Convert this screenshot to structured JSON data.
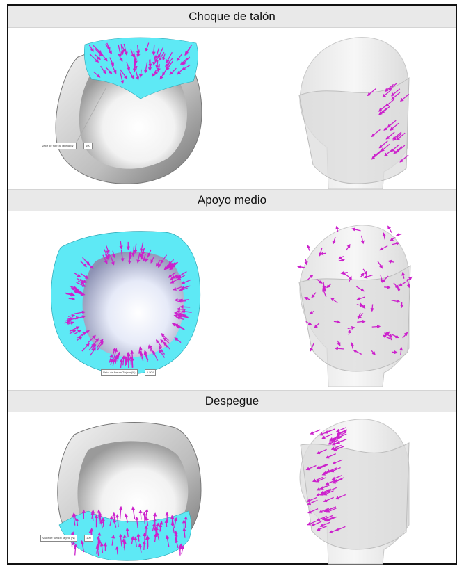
{
  "panels": [
    {
      "title": "Choque de talón",
      "tag_label": "Valor de fuerza/Tarjeta (N)",
      "tag_value": "100"
    },
    {
      "title": "Apoyo medio",
      "tag_label": "Valor de fuerza/Tarjeta (N)",
      "tag_value": "1.504"
    },
    {
      "title": "Despegue",
      "tag_label": "Valor de fuerza/Tarjeta (N)",
      "tag_value": "100"
    }
  ],
  "colors": {
    "header_bg": "#e9e9e9",
    "pressure_region": "#5ee9f5",
    "arrow": "#cc22cc",
    "socket_shell": "#cfcfcf",
    "liner": "#eeeeee"
  }
}
